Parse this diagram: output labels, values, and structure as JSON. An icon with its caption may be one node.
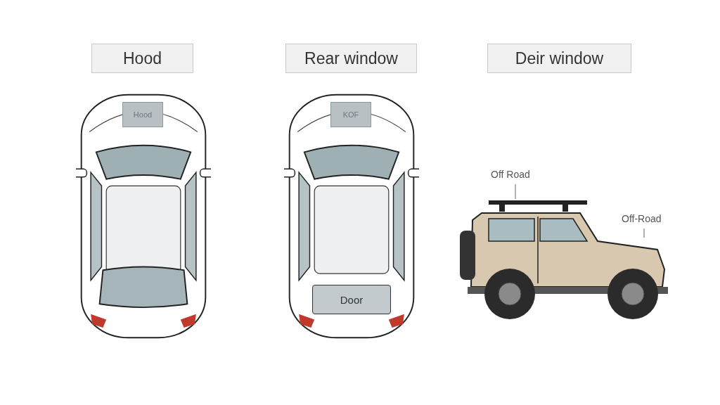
{
  "diagram": {
    "nodes": [
      {
        "text": [
          "Hood"
        ]
      },
      {
        "text": [
          "Rear window"
        ]
      },
      {
        "text": [
          "Deir window"
        ]
      },
      {
        "text": [],
        "shape": "picture"
      },
      {
        "text": [
          "Hood"
        ],
        "in": 3
      },
      {
        "text": [],
        "shape": "picture"
      },
      {
        "text": [
          "KOF"
        ],
        "in": 5
      },
      {
        "text": [
          "Door"
        ],
        "in": 5
      },
      {
        "text": [],
        "shape": "picture"
      },
      {
        "text": [
          "Off Road"
        ]
      },
      {
        "text": [
          "Off-Road"
        ]
      }
    ],
    "edges": [
      {
        "from": 9,
        "to": 8,
        "arrow": "none"
      },
      {
        "from": 10,
        "to": 8,
        "arrow": "none"
      }
    ]
  }
}
